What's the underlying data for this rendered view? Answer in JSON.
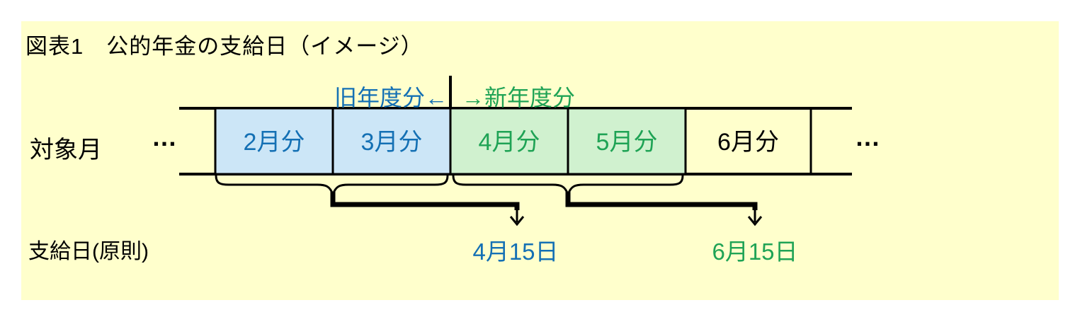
{
  "figure": {
    "title": "図表1　公的年金の支給日（イメージ）"
  },
  "colors": {
    "panel_bg": "#FFFFCC",
    "blue_fill": "#CCE6F7",
    "blue_text": "#1470B4",
    "green_fill": "#D0F1CF",
    "green_text": "#1FA355",
    "line": "#000000"
  },
  "timeline": {
    "row_label": "対象月",
    "ellipsis_left": "…",
    "ellipsis_right": "…",
    "fiscal_year_labels": {
      "old": "旧年度分←",
      "new": "→新年度分"
    },
    "months": [
      {
        "label": "2月分",
        "fiscal_year": "old"
      },
      {
        "label": "3月分",
        "fiscal_year": "old"
      },
      {
        "label": "4月分",
        "fiscal_year": "new"
      },
      {
        "label": "5月分",
        "fiscal_year": "new"
      },
      {
        "label": "6月分",
        "fiscal_year": "unmarked"
      }
    ]
  },
  "payment": {
    "row_label": "支給日(原則)",
    "dates": [
      {
        "label": "4月15日",
        "covers_months": [
          "2月分",
          "3月分"
        ]
      },
      {
        "label": "6月15日",
        "covers_months": [
          "4月分",
          "5月分"
        ]
      }
    ]
  }
}
